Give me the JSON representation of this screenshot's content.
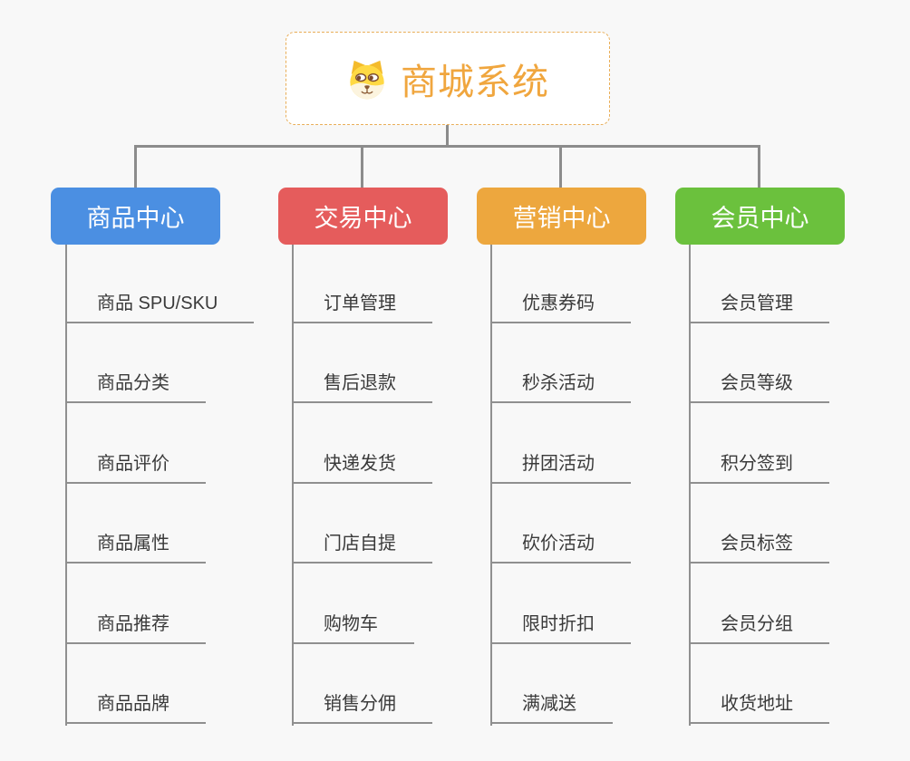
{
  "canvas": {
    "background": "#f8f8f8",
    "connector_color": "#8c8c8c"
  },
  "root": {
    "title": "商城系统",
    "icon": "dog-face-icon",
    "text_color": "#f0a63e",
    "border_color": "#e9ae58"
  },
  "branches": [
    {
      "label": "商品中心",
      "color": "#4b8fe2",
      "items": [
        "商品 SPU/SKU",
        "商品分类",
        "商品评价",
        "商品属性",
        "商品推荐",
        "商品品牌"
      ]
    },
    {
      "label": "交易中心",
      "color": "#e55c5c",
      "items": [
        "订单管理",
        "售后退款",
        "快递发货",
        "门店自提",
        "购物车",
        "销售分佣"
      ]
    },
    {
      "label": "营销中心",
      "color": "#eda73e",
      "items": [
        "优惠券码",
        "秒杀活动",
        "拼团活动",
        "砍价活动",
        "限时折扣",
        "满减送"
      ]
    },
    {
      "label": "会员中心",
      "color": "#6bc13d",
      "items": [
        "会员管理",
        "会员等级",
        "积分签到",
        "会员标签",
        "会员分组",
        "收货地址"
      ]
    }
  ]
}
